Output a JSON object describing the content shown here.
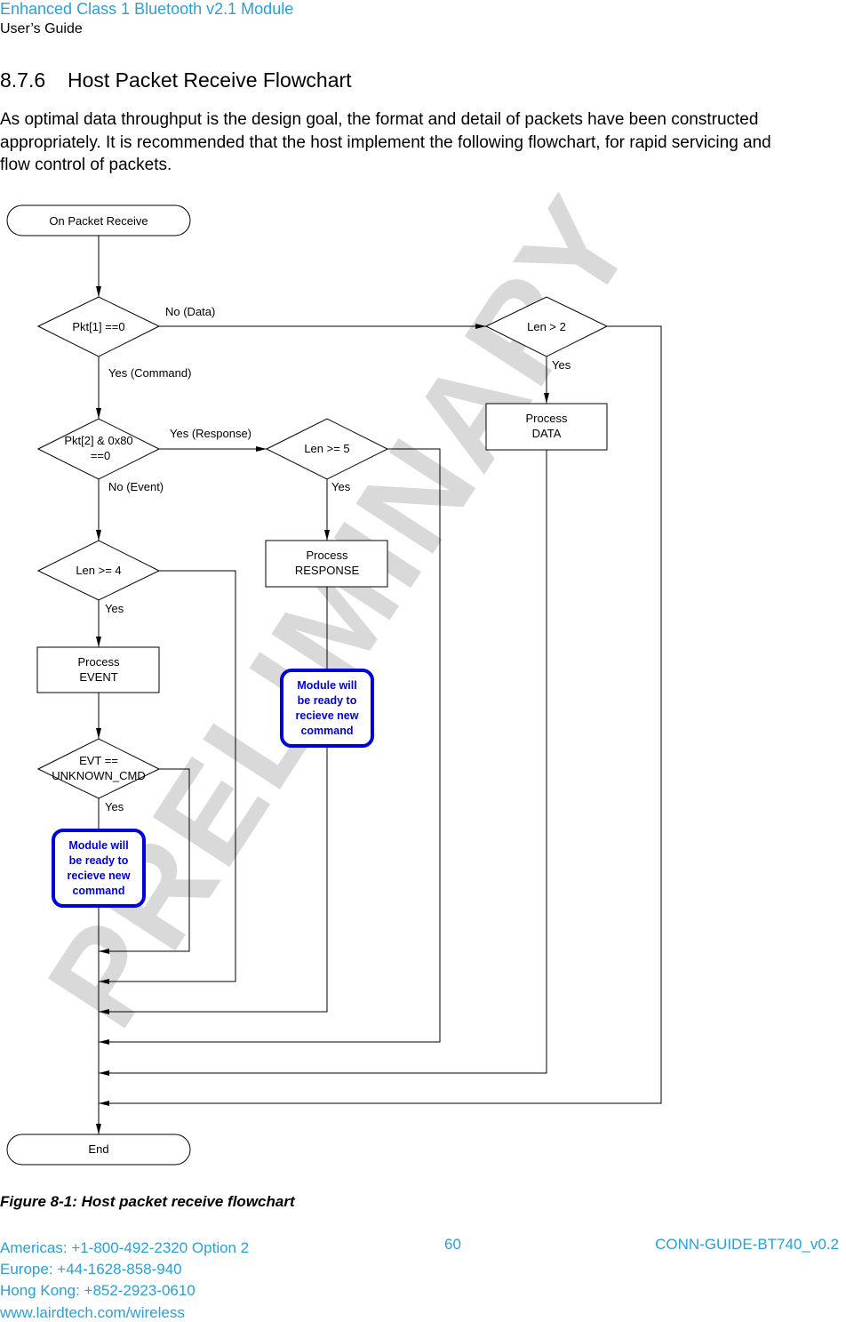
{
  "header": {
    "title": "Enhanced Class 1 Bluetooth v2.1 Module",
    "subtitle": "User’s Guide"
  },
  "section": {
    "number": "8.7.6",
    "title": "Host Packet Receive Flowchart"
  },
  "paragraph": {
    "line1": "As optimal data throughput is the design goal, the format and detail of packets have been constructed",
    "line2": "appropriately. It is recommended that the host implement the following flowchart, for rapid servicing and",
    "line3": "flow control of packets."
  },
  "flowchart": {
    "start": "On Packet Receive",
    "end": "End",
    "decision_pkt1": "Pkt[1] ==0",
    "decision_pkt2_line1": "Pkt[2] & 0x80",
    "decision_pkt2_line2": "==0",
    "decision_len4": "Len >= 4",
    "decision_len5": "Len >= 5",
    "decision_len2": "Len > 2",
    "decision_evt_line1": "EVT ==",
    "decision_evt_line2": "UNKNOWN_CMD",
    "process_event_line1": "Process",
    "process_event_line2": "EVENT",
    "process_response_line1": "Process",
    "process_response_line2": "RESPONSE",
    "process_data_line1": "Process",
    "process_data_line2": "DATA",
    "label_no_data": "No (Data)",
    "label_yes_command": "Yes (Command)",
    "label_yes_response": "Yes (Response)",
    "label_no_event": "No (Event)",
    "label_yes": "Yes",
    "note": {
      "line1": "Module will",
      "line2": "be ready to",
      "line3": "recieve new",
      "line4": "command"
    },
    "note_color": "#0000dd"
  },
  "watermark": "PRELIMINARY",
  "caption": "Figure 8-1: Host packet receive flowchart",
  "footer": {
    "phone_americas": "Americas: +1-800-492-2320 Option 2",
    "phone_europe": "Europe: +44-1628-858-940",
    "phone_hongkong": "Hong Kong: +852-2923-0610",
    "website": "www.lairdtech.com/wireless",
    "page_number": "60",
    "doc_id": "CONN-GUIDE-BT740_v0.2"
  },
  "colors": {
    "header_accent": "#2aa0d8",
    "watermark": "#d9d9d9"
  }
}
